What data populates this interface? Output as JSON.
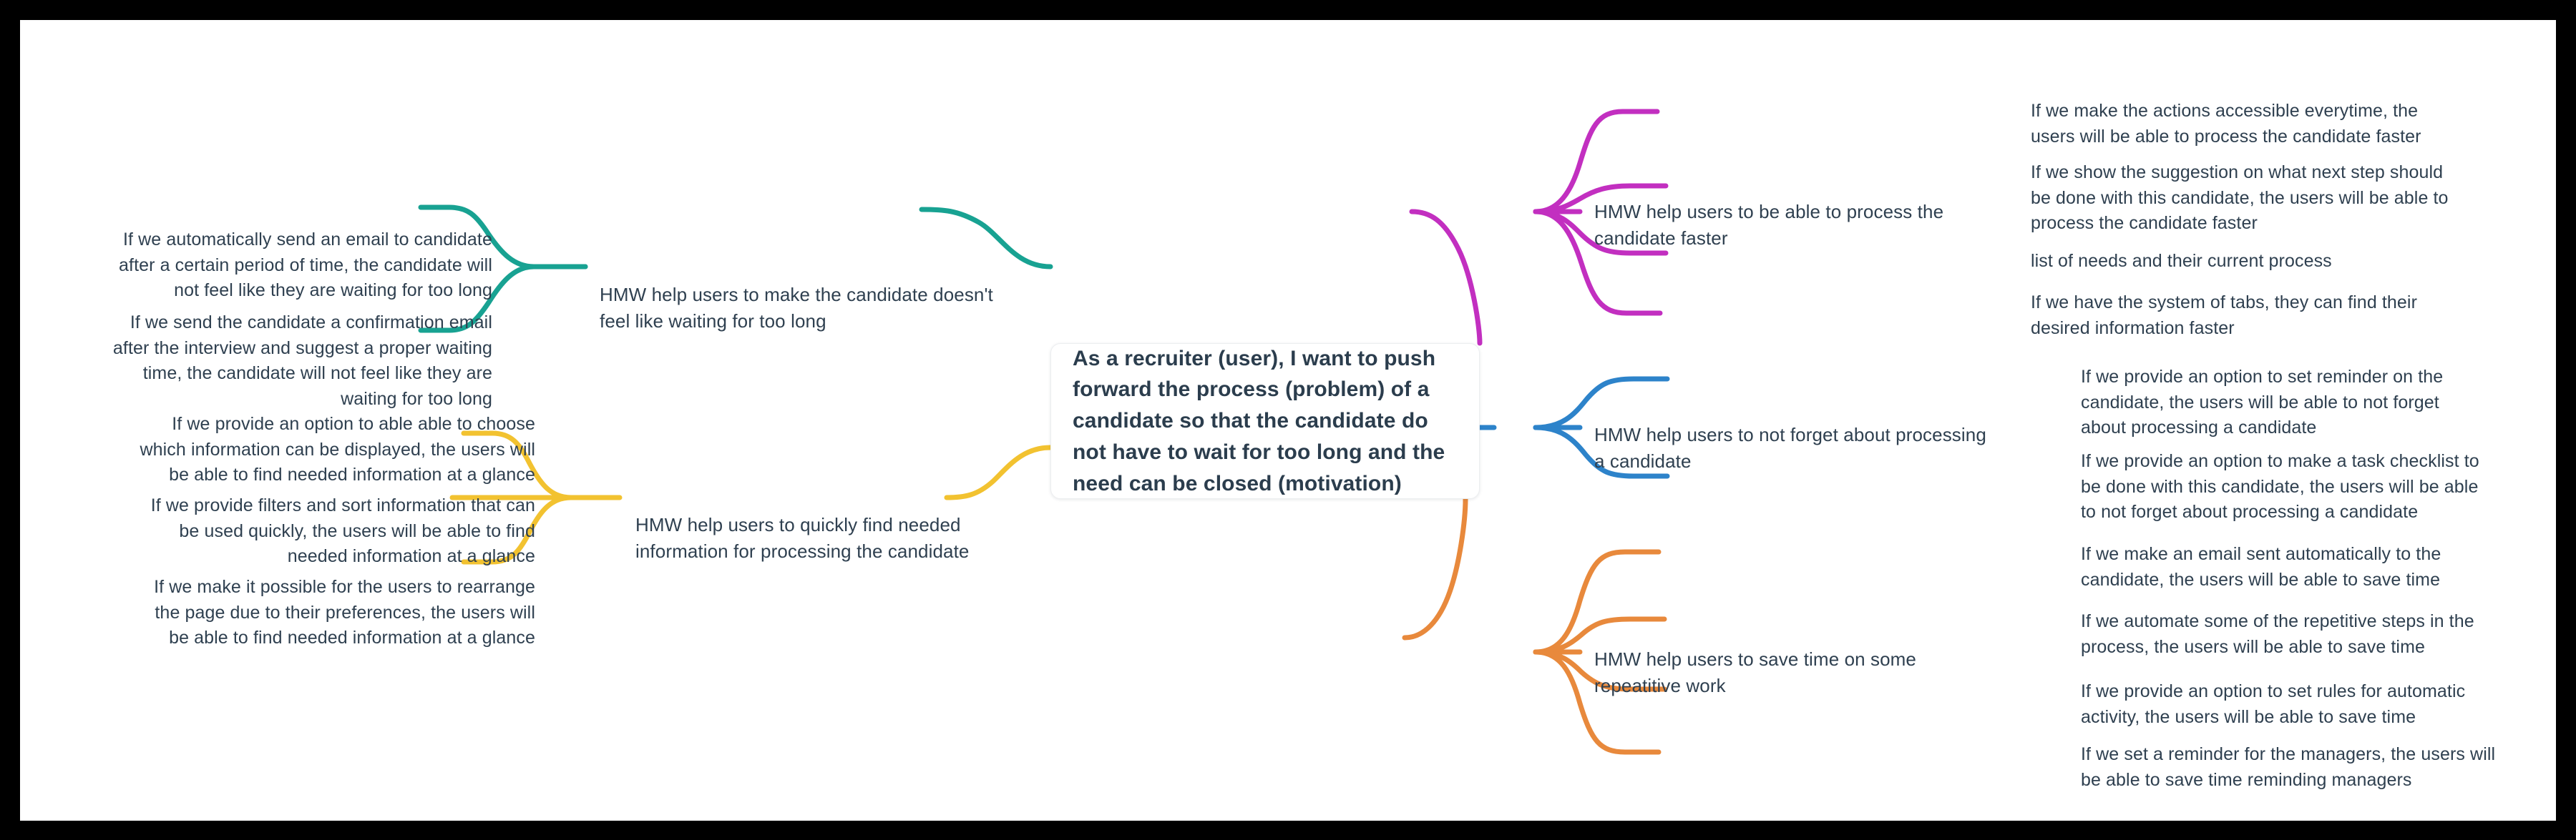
{
  "theme": {
    "background": "#ffffff",
    "frame_color": "#000000",
    "text_color": "#2f4050",
    "center_text_color": "#2b3d4d",
    "colors": {
      "teal": "#18a292",
      "amber": "#f2c230",
      "magenta": "#c22fc0",
      "blue": "#2d83ca",
      "orange": "#e8893c"
    }
  },
  "center": {
    "text": "As a recruiter (user), I want to push forward the process (problem) of a candidate so that the candidate do not have to wait for too long and the need can be closed (motivation)"
  },
  "branches": [
    {
      "id": "make-candidate-not-feel-waiting",
      "side": "left",
      "color": "#18a292",
      "label": "HMW help users to make the candidate doesn't feel like waiting for too long",
      "leaves": [
        "If we automatically send an email to candidate after a certain period of time, the candidate will not feel like they are waiting for too long",
        "If we send the candidate a confirmation email after the interview and suggest a proper waiting time, the candidate will not feel like they are waiting for too long"
      ]
    },
    {
      "id": "quickly-find-needed-information",
      "side": "left",
      "color": "#f2c230",
      "label": "HMW help users to quickly find needed information for processing the candidate",
      "leaves": [
        "If we provide an option to able able to choose which information can be displayed, the users will be able to find needed information at a glance",
        "If we provide filters and sort information that can be used quickly, the users will be able to find needed information at a glance",
        "If we make it possible for the users to rearrange the page due to their preferences, the users will be able to find needed information at a glance"
      ]
    },
    {
      "id": "process-candidate-faster",
      "side": "right",
      "color": "#c22fc0",
      "label": "HMW help users to be able to process the candidate faster",
      "leaves": [
        "If we make the actions accessible everytime, the users will be able to process the candidate faster",
        "If we show the suggestion on what next step should be done with this candidate, the users will be able to process the candidate faster",
        "list of needs and their current process",
        "If we have the system of tabs, they can find their desired information faster"
      ]
    },
    {
      "id": "not-forget-processing-candidate",
      "side": "right",
      "color": "#2d83ca",
      "label": "HMW help users to not forget about processing a candidate",
      "leaves": [
        "If we provide an option to set reminder on the candidate, the users will be able to not forget about processing a candidate",
        "If we provide an option to make a task checklist to be done with this candidate, the users will be able to not forget about processing a candidate"
      ]
    },
    {
      "id": "save-time-repeatitive-work",
      "side": "right",
      "color": "#e8893c",
      "label": "HMW help users to save time on some repeatitive work",
      "leaves": [
        "If we make an email sent automatically to the candidate, the users will be able to save time",
        "If we automate some of the repetitive steps in the process, the users will be able to save time",
        "If we provide an option to set rules for automatic activity, the users will be able to save time",
        "If we set a reminder for the managers, the users will be able to save time reminding managers"
      ]
    }
  ]
}
